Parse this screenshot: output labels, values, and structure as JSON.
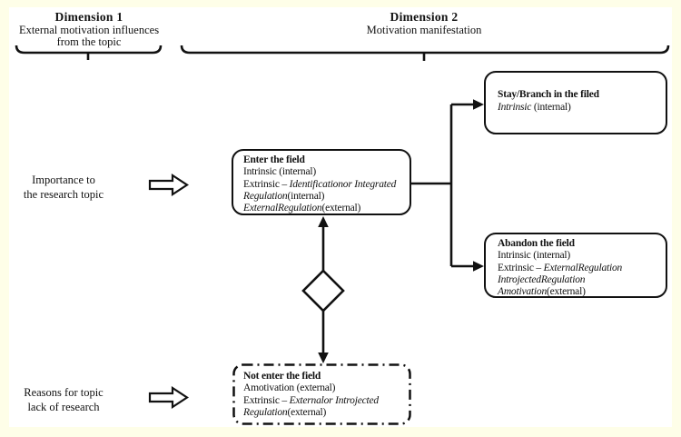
{
  "colors": {
    "canvas_bg": "#fefee8",
    "panel_bg": "#ffffff",
    "line": "#111111",
    "text": "#111111"
  },
  "headers": {
    "dimension1": {
      "title": "Dimension 1",
      "line1": "External motivation influences",
      "line2": "from the topic"
    },
    "dimension2": {
      "title": "Dimension 2",
      "line1": "Motivation manifestation"
    }
  },
  "left_labels": {
    "importance": {
      "line1": "Importance to",
      "line2": "the research topic"
    },
    "reasons": {
      "line1": "Reasons for topic",
      "line2": "lack of research"
    }
  },
  "boxes": {
    "stay": {
      "title": "Stay/Branch in the filed",
      "l1_italic": "Intrinsic",
      "l1_plain": " (internal)"
    },
    "enter": {
      "title": "Enter the field",
      "l1": "Intrinsic (internal)",
      "l2_plain": "Extrinsic – ",
      "l2_italic": "Identificationor Integrated",
      "l3_italic": "Regulation",
      "l3_plain": "(internal)",
      "l4_italic": "ExternalRegulation",
      "l4_plain": "(external)"
    },
    "abandon": {
      "title": "Abandon the field",
      "l1": "Intrinsic (internal)",
      "l2_plain": "Extrinsic – ",
      "l2_italic": "ExternalRegulation",
      "l3_italic": "IntrojectedRegulation",
      "l4_italic": "Amotivation",
      "l4_plain": "(external)"
    },
    "not_enter": {
      "title": "Not enter the field",
      "l1": "Amotivation (external)",
      "l2_plain": "Extrinsic – ",
      "l2_italic": "Externalor Introjected",
      "l3_italic": "Regulation",
      "l3_plain": "(external)"
    }
  }
}
